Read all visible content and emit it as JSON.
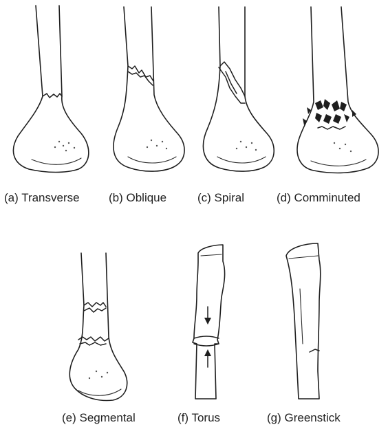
{
  "captions": {
    "a": "(a) Transverse",
    "b": "(b) Oblique",
    "c": "(c) Spiral",
    "d": "(d) Comminuted",
    "e": "(e) Segmental",
    "f": "(f) Torus",
    "g": "(g) Greenstick"
  },
  "colors": {
    "ink": "#1e1e1e",
    "background": "#ffffff"
  }
}
